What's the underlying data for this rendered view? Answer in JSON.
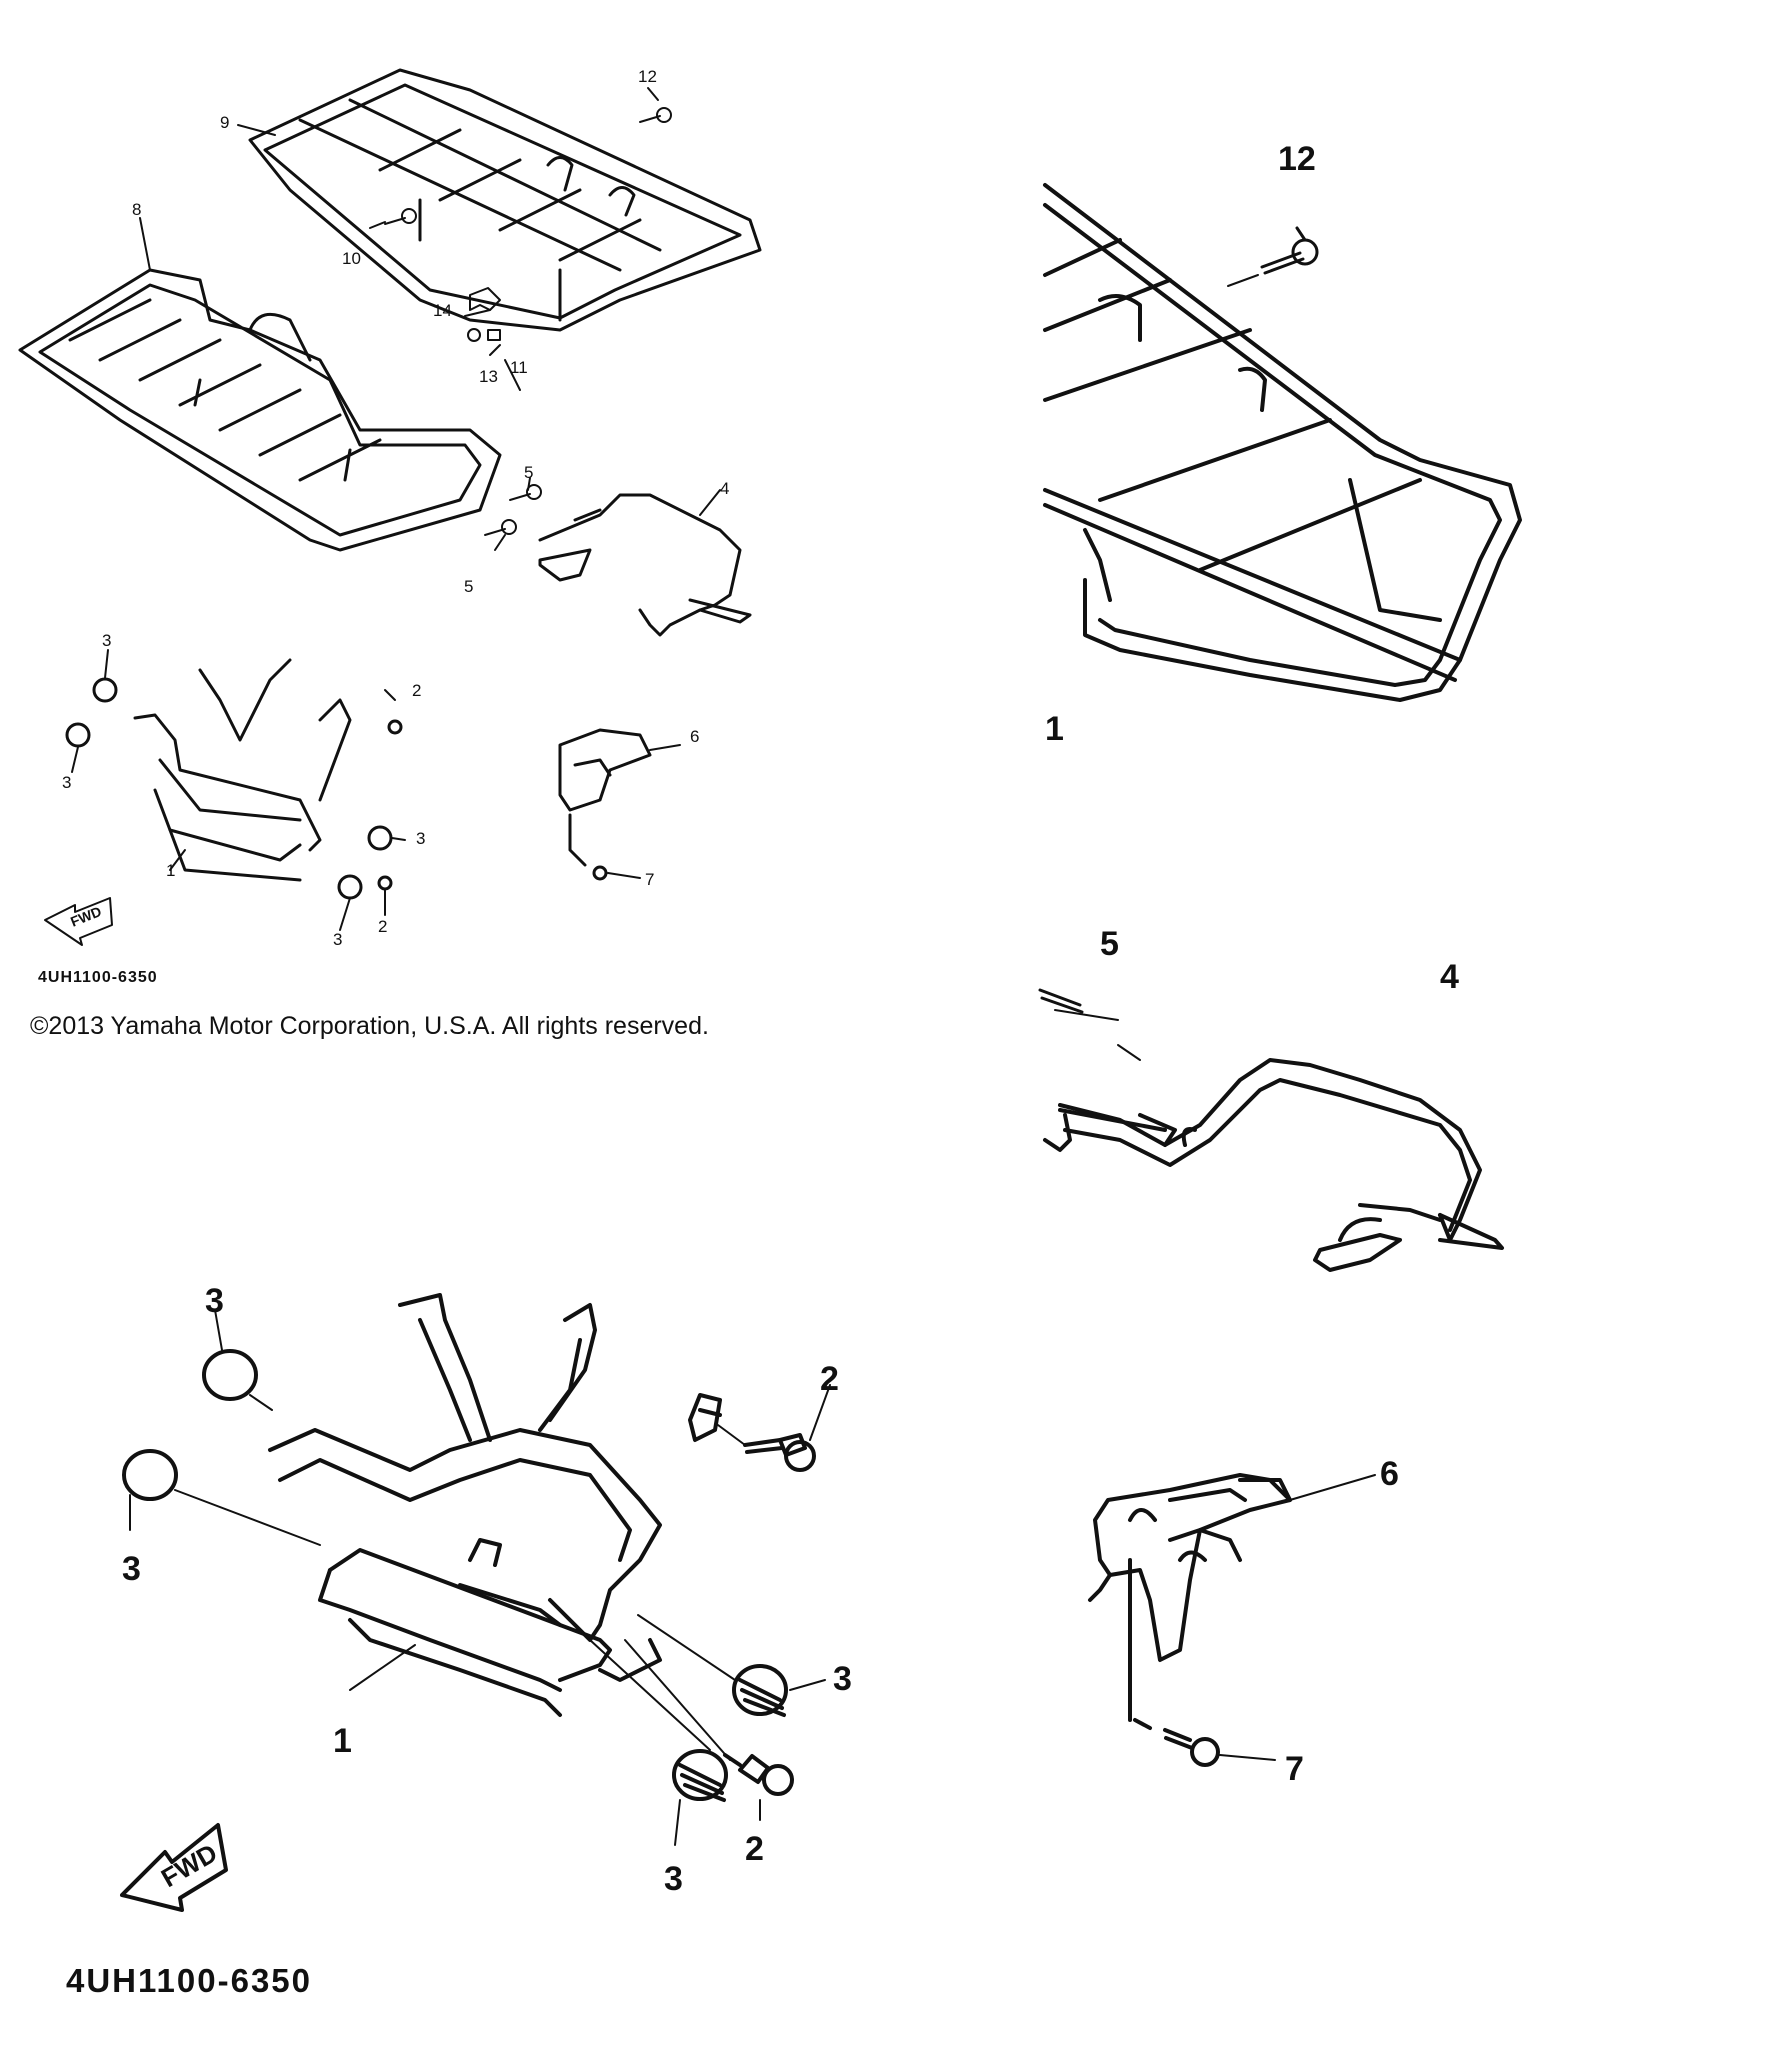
{
  "overview": {
    "callouts": {
      "c12": "12",
      "c9": "9",
      "c8": "8",
      "c10": "10",
      "c14": "14",
      "c13": "13",
      "c11": "11",
      "c5a": "5",
      "c5b": "5",
      "c4": "4",
      "c3a": "3",
      "c3b": "3",
      "c3c": "3",
      "c3d": "3",
      "c2a": "2",
      "c2b": "2",
      "c1": "1",
      "c6": "6",
      "c7": "7"
    },
    "fwd": "FWD",
    "code": "4UH1100-6350"
  },
  "copyright": "©2013 Yamaha Motor Corporation, U.S.A. All rights reserved.",
  "detail_rack": {
    "c12": "12",
    "c1": "1"
  },
  "detail_bracket": {
    "c5": "5",
    "c4": "4"
  },
  "detail_guard": {
    "c2a": "2",
    "c2b": "2",
    "c3a": "3",
    "c3b": "3",
    "c3c": "3",
    "c3d": "3",
    "c1": "1",
    "fwd": "FWD",
    "code": "4UH1100-6350"
  },
  "detail_mount": {
    "c6": "6",
    "c7": "7"
  }
}
